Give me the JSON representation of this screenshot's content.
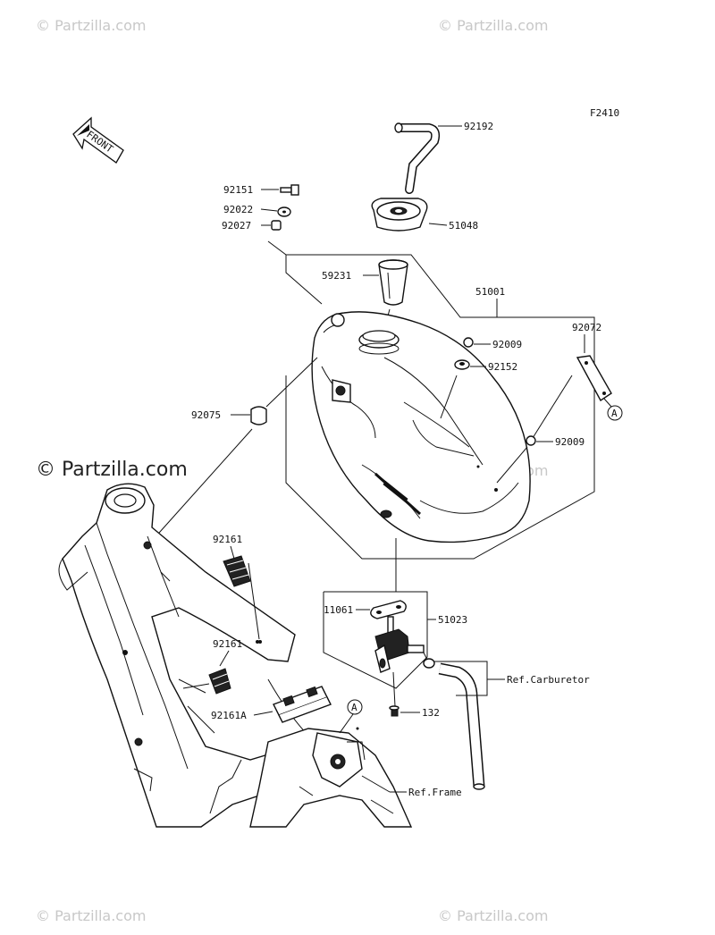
{
  "figure_code": "F2410",
  "front_arrow": "FRONT",
  "watermarks": {
    "top_left": "© Partzilla.com",
    "top_right": "© Partzilla.com",
    "middle_left": "© Partzilla.com",
    "middle_right": "© Partzilla.com",
    "bottom_left": "© Partzilla.com",
    "bottom_right": "© Partzilla.com"
  },
  "callouts": {
    "p92192": "92192",
    "p92151": "92151",
    "p92022": "92022",
    "p92027": "92027",
    "p51048": "51048",
    "p59231": "59231",
    "p51001": "51001",
    "p92072": "92072",
    "p92009a": "92009",
    "p92152": "92152",
    "p92075": "92075",
    "p92009b": "92009",
    "p92161a": "92161",
    "p92161b": "92161",
    "p92161A": "92161A",
    "p11061": "11061",
    "p51023": "51023",
    "p132": "132",
    "ref_carb": "Ref.Carburetor",
    "ref_frame": "Ref.Frame",
    "marker_a1": "A",
    "marker_a2": "A"
  }
}
